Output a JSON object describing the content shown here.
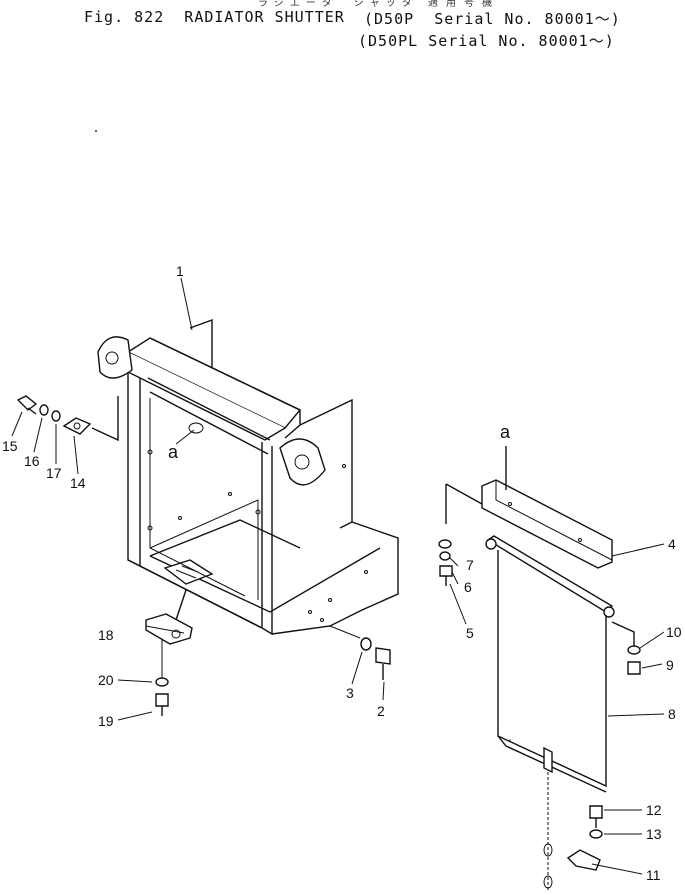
{
  "header": {
    "jp_title": "ラジエータ　シャッタ",
    "jp_applicability": "適用号機",
    "fig_title": "Fig. 822  RADIATOR SHUTTER",
    "serial_line_1": "D50P  Serial No. 80001～",
    "serial_line_2": "(D50PL Serial No. 80001～)"
  },
  "callouts": {
    "c1": "1",
    "c2": "2",
    "c3": "3",
    "c4": "4",
    "c5": "5",
    "c6": "6",
    "c7": "7",
    "c8": "8",
    "c9": "9",
    "c10": "10",
    "c11": "11",
    "c12": "12",
    "c13": "13",
    "c14": "14",
    "c15": "15",
    "c16": "16",
    "c17": "17",
    "c18": "18",
    "c19": "19",
    "c20": "20",
    "ref_a_left": "a",
    "ref_a_right": "a"
  }
}
